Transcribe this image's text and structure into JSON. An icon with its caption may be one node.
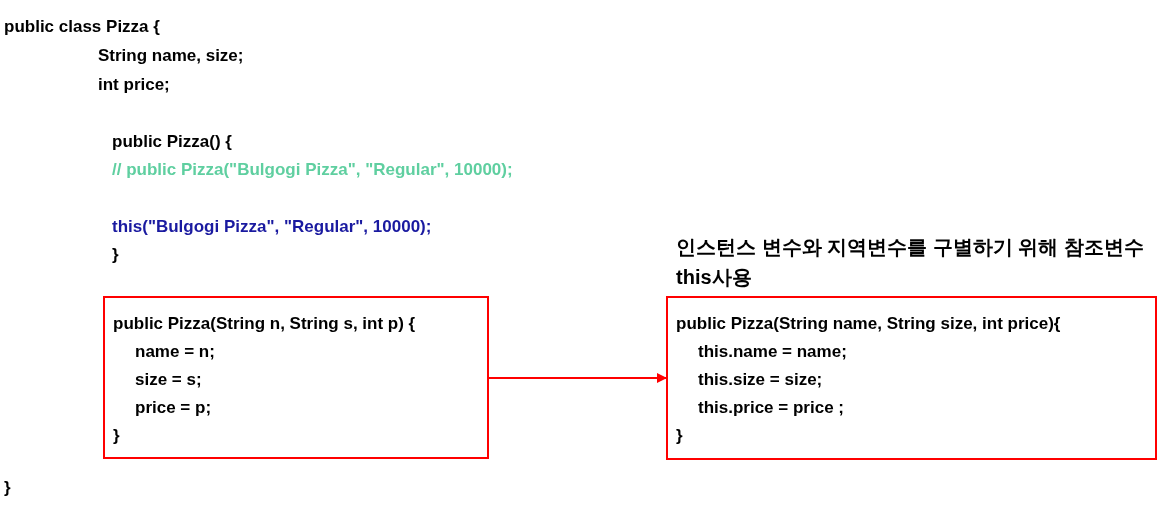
{
  "diagram": {
    "nodes": [
      {
        "text": [
          "public Pizza(String n, String s, int p) {",
          "name = n;",
          "size = s;",
          "price = p;",
          "}"
        ]
      },
      {
        "text": [
          "인스턴스 변수와 지역변수를 구별하기 위해 참조변수 this사용",
          "public Pizza(String name, String size, int price){",
          "this.name = name;",
          "this.size = size;",
          "this.price = price ;",
          "}"
        ]
      }
    ],
    "edges": [
      {
        "from": 0,
        "to": 1,
        "arrow": "to"
      }
    ],
    "labels": [
      "public class Pizza {",
      "String name, size;",
      "int price;",
      "public Pizza() {",
      "// public Pizza(\"Bulgogi Pizza\", \"Regular\", 10000);",
      "this(\"Bulgogi Pizza\", \"Regular\", 10000);",
      "}",
      "}"
    ]
  }
}
